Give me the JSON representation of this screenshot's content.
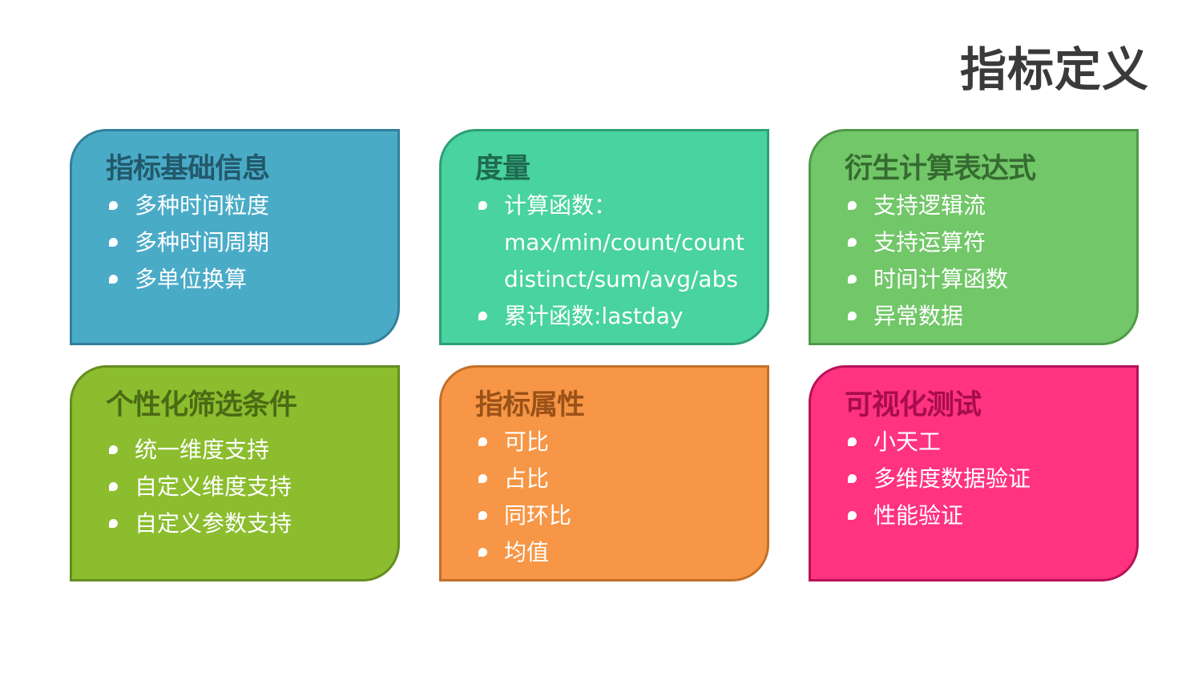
{
  "title": "指标定义",
  "cards": [
    {
      "title": "指标基础信息",
      "items": [
        "多种时间粒度",
        "多种时间周期",
        "多单位换算"
      ],
      "bg": "#4aabc7",
      "border": "#32809a",
      "title_color": "#22596b"
    },
    {
      "title": "度量",
      "items": [
        "计算函数：",
        "max/min/count/count",
        "distinct/sum/avg/abs",
        "累计函数:lastday"
      ],
      "bg": "#48d3a0",
      "border": "#2e9f78",
      "title_color": "#1f6a50"
    },
    {
      "title": "衍生计算表达式",
      "items": [
        "支持逻辑流",
        "支持运算符",
        "时间计算函数",
        "异常数据"
      ],
      "bg": "#72c769",
      "border": "#4f9a48",
      "title_color": "#356b30"
    },
    {
      "title": "个性化筛选条件",
      "items": [
        "统一维度支持",
        "自定义维度支持",
        "自定义参数支持"
      ],
      "bg": "#8bbd2e",
      "border": "#658d20",
      "title_color": "#4a6a14"
    },
    {
      "title": "指标属性",
      "items": [
        "可比",
        "占比",
        "同环比",
        "均值"
      ],
      "bg": "#f69646",
      "border": "#c27029",
      "title_color": "#9a5218"
    },
    {
      "title": "可视化测试",
      "items": [
        "小天工",
        "多维度数据验证",
        "性能验证"
      ],
      "bg": "#ff3380",
      "border": "#b8105a",
      "title_color": "#a60c4e"
    }
  ]
}
